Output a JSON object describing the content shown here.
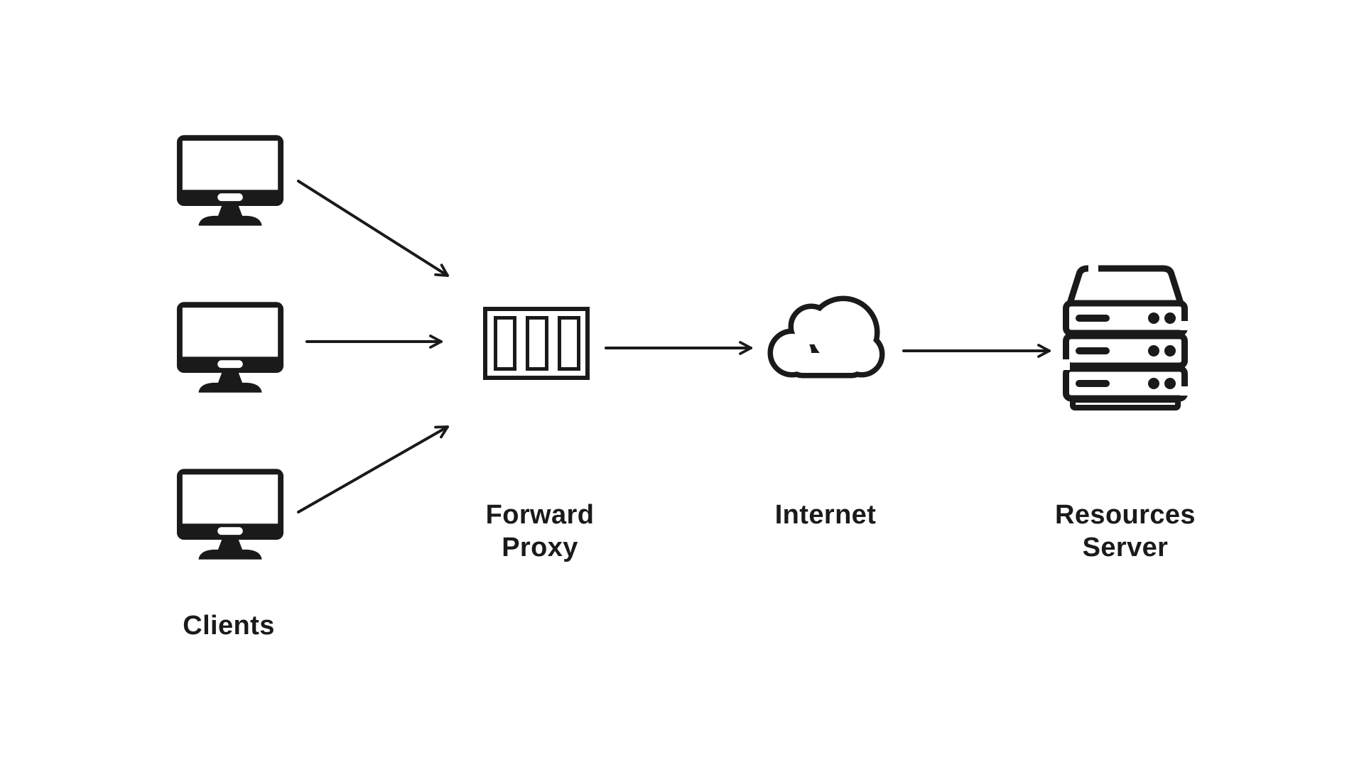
{
  "colors": {
    "ink": "#1a1a1a",
    "background": "#ffffff"
  },
  "nodes": {
    "clients": {
      "label": "Clients",
      "icon": "desktop-computer-icon",
      "count": 3
    },
    "forward_proxy": {
      "label": "Forward\nProxy",
      "icon": "forward-proxy-icon"
    },
    "internet": {
      "label": "Internet",
      "icon": "cloud-icon"
    },
    "resources_server": {
      "label": "Resources\nServer",
      "icon": "server-rack-icon"
    }
  },
  "connections": [
    {
      "from": "client-1",
      "to": "forward-proxy"
    },
    {
      "from": "client-2",
      "to": "forward-proxy"
    },
    {
      "from": "client-3",
      "to": "forward-proxy"
    },
    {
      "from": "forward-proxy",
      "to": "internet"
    },
    {
      "from": "internet",
      "to": "resources-server"
    }
  ]
}
